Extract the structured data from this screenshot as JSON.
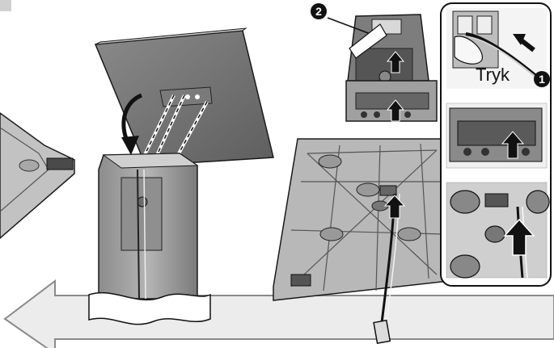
{
  "labels": {
    "tryk": "Tryk",
    "step_1": "1",
    "step_2": "2"
  },
  "colors": {
    "arrow_fill": "#e6e6e6",
    "arrow_stroke": "#8a8a8a",
    "panel_dark": "#6e6e6e",
    "panel_mid": "#9a9a9a",
    "base_fill": "#b9b9b9",
    "outline": "#1a1a1a"
  },
  "icons": {
    "direction_arrow": "large-left-arrow",
    "push_arrow": "diagonal-arrow-icon",
    "insert_arrows": "up-arrow-icon"
  }
}
